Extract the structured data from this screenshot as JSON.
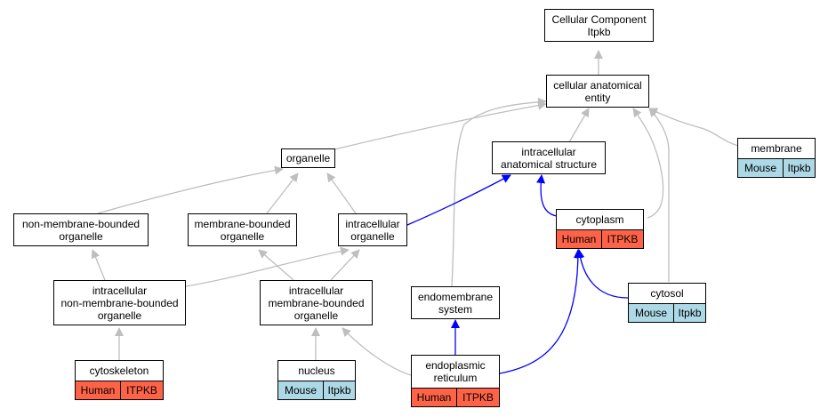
{
  "colors": {
    "human": "#FF6347",
    "mouse": "#ADD8E6",
    "edge_is_a": "#BEBEBE",
    "edge_part_of": "#0000FF"
  },
  "nodes": {
    "root": "Cellular Component\nItpkb",
    "cae": "cellular anatomical\nentity",
    "organelle": "organelle",
    "ias": "intracellular\nanatomical structure",
    "membrane": "membrane",
    "nmbo": "non-membrane-bounded\norganelle",
    "mbo": "membrane-bounded\norganelle",
    "io": "intracellular\norganelle",
    "cytoplasm": "cytoplasm",
    "inmbo": "intracellular\nnon-membrane-bounded\norganelle",
    "imbo": "intracellular\nmembrane-bounded\norganelle",
    "ems": "endomembrane\nsystem",
    "cytosol": "cytosol",
    "cytoskeleton": "cytoskeleton",
    "nucleus": "nucleus",
    "er": "endoplasmic\nreticulum"
  },
  "annotations": {
    "membrane": [
      "Mouse",
      "Itpkb"
    ],
    "cytoplasm": [
      "Human",
      "ITPKB"
    ],
    "cytosol": [
      "Mouse",
      "Itpkb"
    ],
    "cytoskeleton": [
      "Human",
      "ITPKB"
    ],
    "nucleus": [
      "Mouse",
      "Itpkb"
    ],
    "er": [
      "Human",
      "ITPKB"
    ]
  }
}
